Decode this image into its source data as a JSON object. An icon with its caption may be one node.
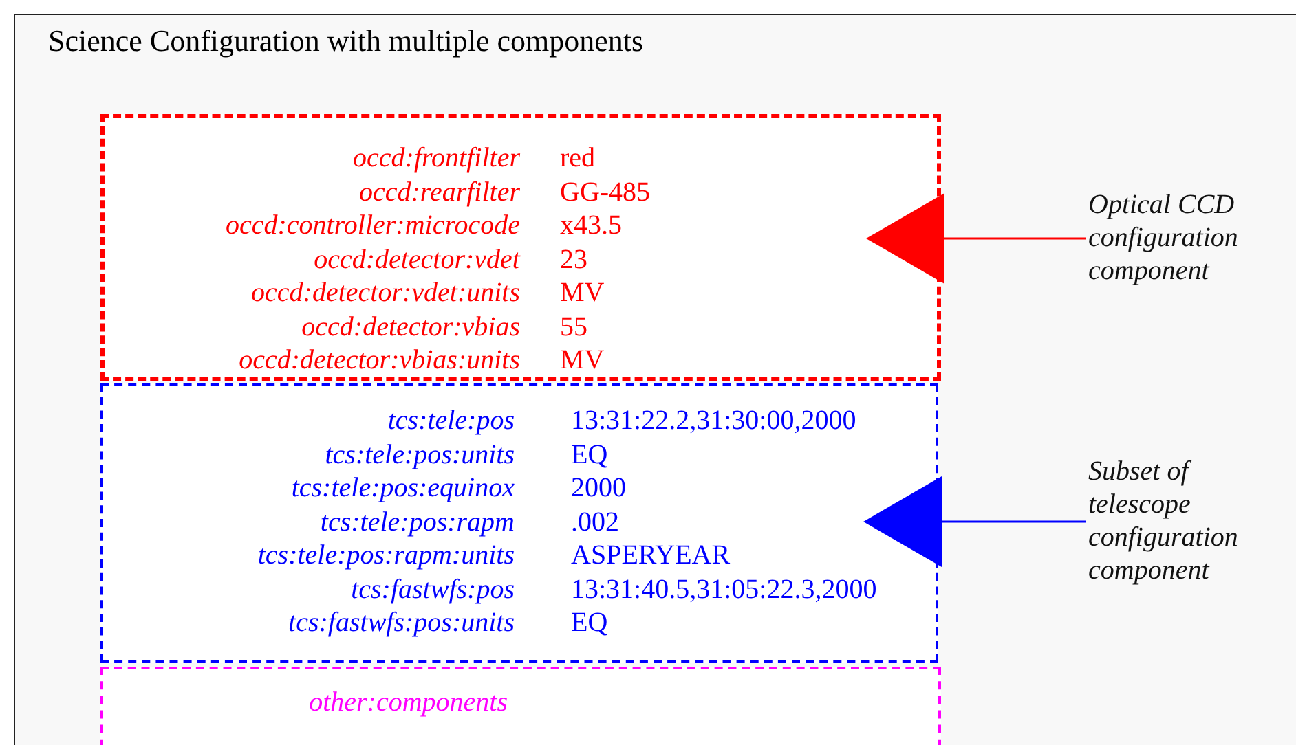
{
  "diagram": {
    "nodes": [
      {
        "text": [
          "Science Configuration with multiple components"
        ]
      },
      {
        "text": [
          "occd:frontfilter",
          "red",
          "occd:rearfilter",
          "GG-485",
          "occd:controller:microcode",
          "x43.5",
          "occd:detector:vdet",
          "23",
          "occd:detector:vdet:units",
          "MV",
          "occd:detector:vbias",
          "55",
          "occd:detector:vbias:units",
          "MV"
        ],
        "in": 0
      },
      {
        "text": [
          "tcs:tele:pos",
          "13:31:22.2,31:30:00,2000",
          "tcs:tele:pos:units",
          "EQ",
          "tcs:tele:pos:equinox",
          "2000",
          "tcs:tele:pos:rapm",
          ".002",
          "tcs:tele:pos:rapm:units",
          "ASPERYEAR",
          "tcs:fastwfs:pos",
          "13:31:40.5,31:05:22.3,2000",
          "tcs:fastwfs:pos:units",
          "EQ"
        ],
        "in": 0
      },
      {
        "text": [
          "other:components"
        ],
        "in": 0
      },
      {
        "text": [
          "Optical CCD configuration component"
        ],
        "in": 0
      },
      {
        "text": [
          "Subset of telescope configuration component"
        ],
        "in": 0
      }
    ],
    "edges": [
      {
        "from": 4,
        "to": 1,
        "arrow": "to",
        "color": "#ff0000"
      },
      {
        "from": 5,
        "to": 2,
        "arrow": "to",
        "color": "#0000ff"
      }
    ]
  }
}
